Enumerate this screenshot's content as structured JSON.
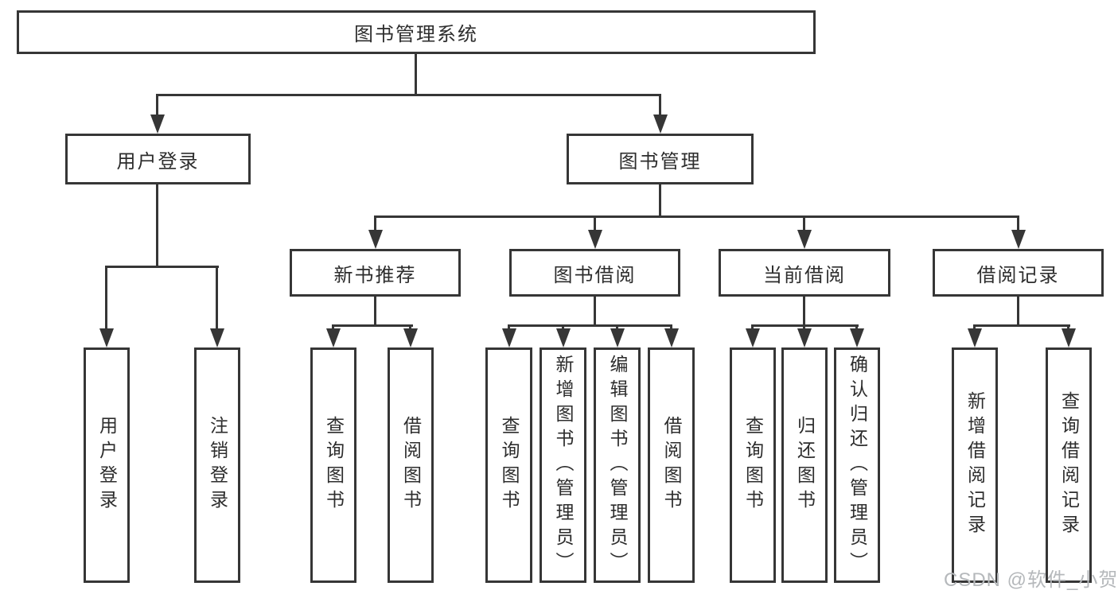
{
  "diagram": {
    "root": {
      "label": "图书管理系统"
    },
    "level2": [
      {
        "label": "用户登录"
      },
      {
        "label": "图书管理"
      }
    ],
    "level3": [
      {
        "label": "新书推荐"
      },
      {
        "label": "图书借阅"
      },
      {
        "label": "当前借阅"
      },
      {
        "label": "借阅记录"
      }
    ],
    "leaves": {
      "user_login": [
        "用户登录",
        "注销登录"
      ],
      "new_book": [
        "查询图书",
        "借阅图书"
      ],
      "book_borrow": [
        "查询图书",
        "新增图书（管理员）",
        "编辑图书（管理员）",
        "借阅图书"
      ],
      "current_borrow": [
        "查询图书",
        "归还图书",
        "确认归还（管理员）"
      ],
      "borrow_record": [
        "新增借阅记录",
        "查询借阅记录"
      ]
    }
  },
  "watermark": {
    "text": "CSDN @软件_小贺同学"
  },
  "colors": {
    "line": "#363636",
    "box_border": "#363636",
    "text": "#2d2d2d",
    "watermark": "#b5b8bb",
    "background": "#ffffff"
  }
}
